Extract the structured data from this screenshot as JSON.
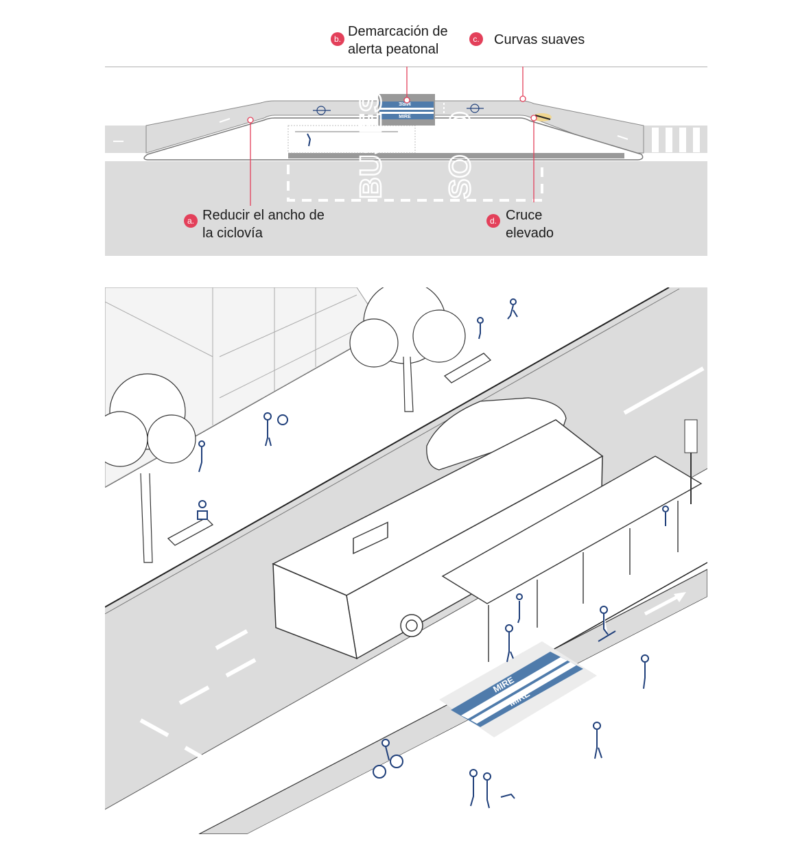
{
  "plan": {
    "road_text_1": "BUSES",
    "road_text_2": "SOLO",
    "crossing_text_top": "MIRE",
    "crossing_text_bottom": "MIRE"
  },
  "callouts": [
    {
      "badge": "a.",
      "line1": "Reducir el ancho de",
      "line2": "la ciclovía"
    },
    {
      "badge": "b.",
      "line1": "Demarcación de",
      "line2": "alerta peatonal"
    },
    {
      "badge": "c.",
      "line1": "Curvas suaves",
      "line2": ""
    },
    {
      "badge": "d.",
      "line1": "Cruce",
      "line2": "elevado"
    }
  ],
  "iso": {
    "crossing_text_1": "MIRE",
    "crossing_text_2": "MIRE"
  },
  "colors": {
    "accent_red": "#e3405a",
    "crossing_blue": "#4f7bab",
    "road_gray": "#dcdcdc",
    "figure_navy": "#1f3f7a"
  }
}
